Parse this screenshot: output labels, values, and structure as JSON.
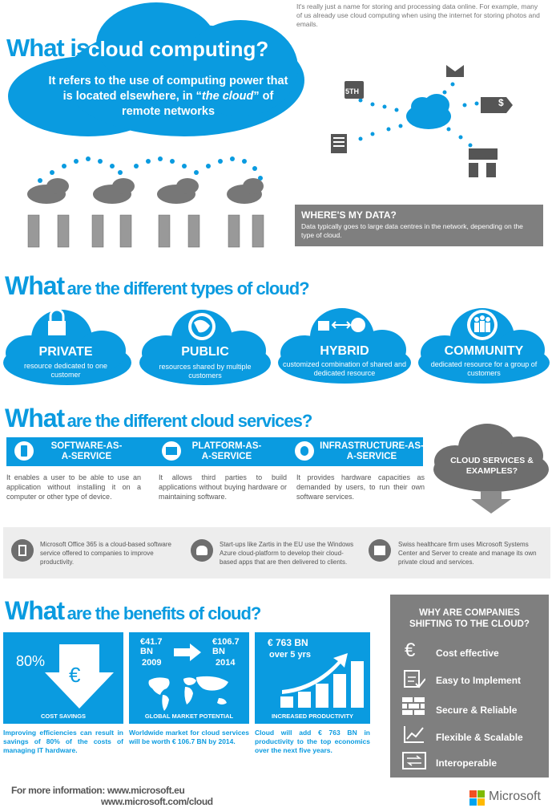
{
  "header": {
    "what_is": "What is",
    "cloud_computing": "cloud computing?",
    "definition_pre": "It refers to the use of computing power that is located elsewhere, in “",
    "definition_em": "the cloud",
    "definition_post": "” of remote networks",
    "intro": "It's really just a name for storing and processing data online. For example, many of us already use cloud computing when using the internet for storing photos and emails.",
    "icon_5th_label": "5TH",
    "where_title": "WHERE'S MY DATA?",
    "where_text": "Data typically goes to large data centres in the network, depending on the type of cloud."
  },
  "types": {
    "heading_what": "What",
    "heading_rest": "are the different types of cloud?",
    "items": [
      {
        "title": "PRIVATE",
        "desc": "resource dedicated to one customer"
      },
      {
        "title": "PUBLIC",
        "desc": "resources shared by multiple customers"
      },
      {
        "title": "HYBRID",
        "desc": "customized combination of shared and dedicated resource"
      },
      {
        "title": "COMMUNITY",
        "desc": "dedicated resource for a group of customers"
      }
    ]
  },
  "services": {
    "heading_what": "What",
    "heading_rest": "are the different cloud services?",
    "items": [
      {
        "title": "SOFTWARE-AS-\nA-SERVICE",
        "text": "It enables a user to be able to use an application without installing it on a computer or other type of device."
      },
      {
        "title": "PLATFORM-AS-\nA-SERVICE",
        "text": "It allows third parties to build applications without buying hardware or maintaining software."
      },
      {
        "title": "INFRASTRUCTURE-AS-\nA-SERVICE",
        "text": "It provides hardware capacities as demanded by users, to run their own software services."
      }
    ],
    "examples_label": "CLOUD SERVICES & EXAMPLES?",
    "examples": [
      "Microsoft Office 365 is a cloud-based software service offered to companies to improve productivity.",
      "Start-ups like Zartis in the EU use the Windows Azure cloud-platform to develop their cloud-based apps that are then delivered to clients.",
      "Swiss healthcare firm uses Microsoft Systems Center and Server to create and manage its own private cloud and services."
    ]
  },
  "benefits": {
    "heading_what": "What",
    "heading_rest": "are the benefits of cloud?",
    "savings": {
      "value": "80%",
      "currency": "€",
      "caption": "COST SAVINGS",
      "text": "Improving efficiencies can result in savings of 80% of the costs of managing IT hardware."
    },
    "market": {
      "from_value": "€41.7 BN",
      "from_year": "2009",
      "to_value": "€106.7 BN",
      "to_year": "2014",
      "caption": "GLOBAL MARKET POTENTIAL",
      "text": "Worldwide market for cloud services will be worth € 106.7 BN by 2014."
    },
    "productivity": {
      "value": "€ 763 BN",
      "period": "over 5 yrs",
      "caption": "INCREASED PRODUCTIVITY",
      "text": "Cloud will add € 763 BN in productivity to the top economics over the next five years."
    },
    "why": {
      "title": "WHY ARE COMPANIES SHIFTING TO THE CLOUD?",
      "items": [
        "Cost effective",
        "Easy to Implement",
        "Secure & Reliable",
        "Flexible & Scalable",
        "Interoperable"
      ],
      "euro_icon": "€"
    }
  },
  "footer": {
    "label": "For more information: ",
    "link1": "www.microsoft.eu",
    "link2": "www.microsoft.com/cloud",
    "brand": "Microsoft",
    "brand_colors": [
      "#f25022",
      "#7fba00",
      "#00a4ef",
      "#ffb900"
    ]
  },
  "colors": {
    "accent": "#0a9be0",
    "grey": "#7f7f7f",
    "dark_grey": "#555555"
  }
}
